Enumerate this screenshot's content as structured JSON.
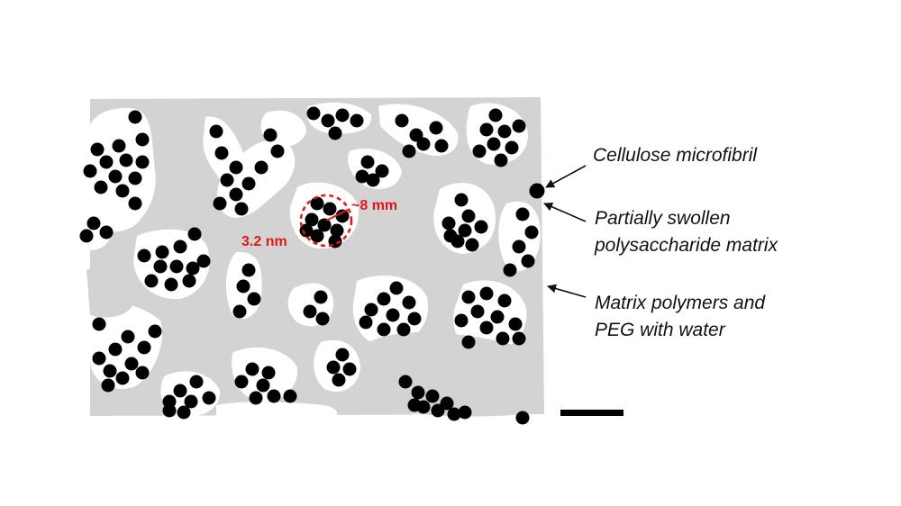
{
  "colors": {
    "matrix": "#d3d3d3",
    "pore": "#ffffff",
    "fibril": "#000000",
    "annotation": "#e01818",
    "text": "#111111"
  },
  "legend": {
    "fibril_label": "Cellulose microfibril",
    "swollen_line1": "Partially swollen",
    "swollen_line2": "polysaccharide matrix",
    "polymer_line1": "Matrix polymers and",
    "polymer_line2": "PEG with water"
  },
  "annotations": {
    "diameter": "3.2 nm",
    "spacing": "~8 mm"
  },
  "icons": {
    "arrows": "arrow-icon",
    "scale_bar": "scale-bar"
  }
}
